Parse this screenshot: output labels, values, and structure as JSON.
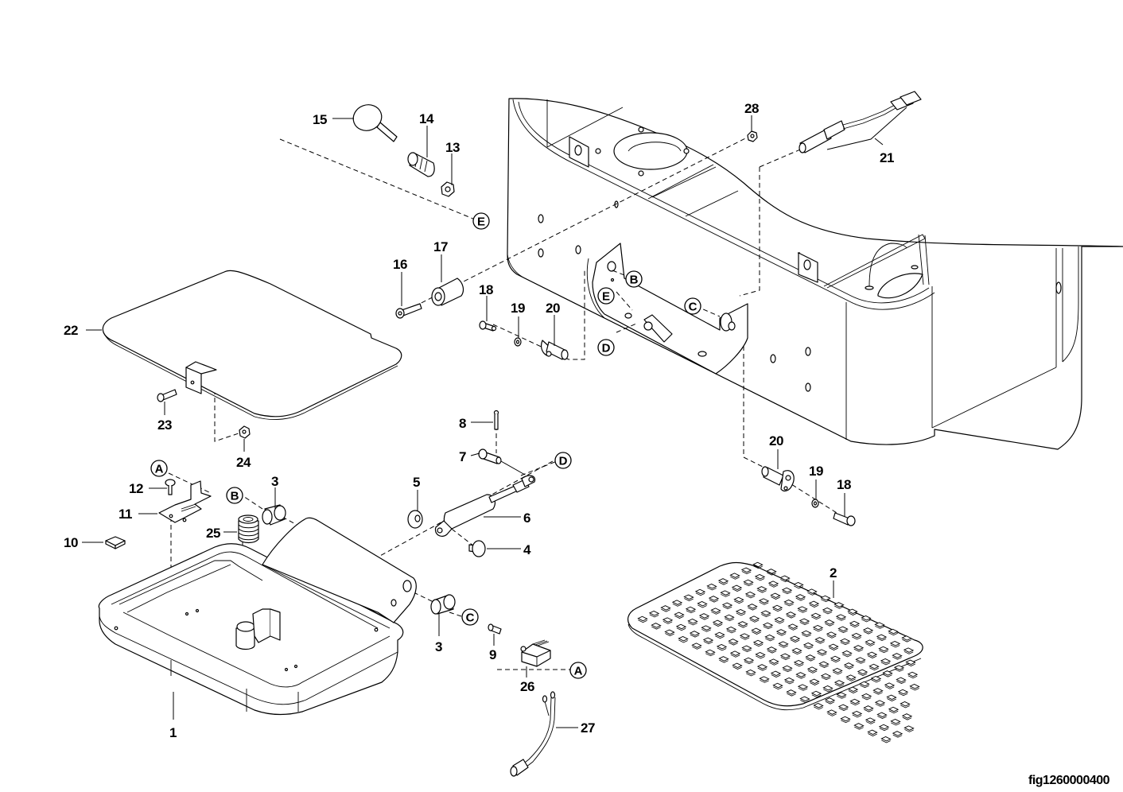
{
  "figure": {
    "id": "fig1260000400",
    "type": "exploded-parts-diagram"
  },
  "callouts": [
    {
      "no": "1",
      "part": "seat-frame"
    },
    {
      "no": "2",
      "part": "floor-mat"
    },
    {
      "no": "3",
      "part": "bushing",
      "count": 2
    },
    {
      "no": "4",
      "part": "pin-cap"
    },
    {
      "no": "5",
      "part": "washer"
    },
    {
      "no": "6",
      "part": "gas-spring"
    },
    {
      "no": "7",
      "part": "clevis-pin"
    },
    {
      "no": "8",
      "part": "cotter-pin"
    },
    {
      "no": "9",
      "part": "screw"
    },
    {
      "no": "10",
      "part": "pad"
    },
    {
      "no": "11",
      "part": "bracket"
    },
    {
      "no": "12",
      "part": "screw"
    },
    {
      "no": "13",
      "part": "nut"
    },
    {
      "no": "14",
      "part": "spring"
    },
    {
      "no": "15",
      "part": "knob"
    },
    {
      "no": "16",
      "part": "bolt"
    },
    {
      "no": "17",
      "part": "spacer"
    },
    {
      "no": "18",
      "part": "bolt",
      "count": 2
    },
    {
      "no": "19",
      "part": "washer",
      "count": 2
    },
    {
      "no": "20",
      "part": "hinge-pin",
      "count": 2
    },
    {
      "no": "21",
      "part": "sensor-harness"
    },
    {
      "no": "22",
      "part": "cover-plate"
    },
    {
      "no": "23",
      "part": "bolt"
    },
    {
      "no": "24",
      "part": "nut"
    },
    {
      "no": "25",
      "part": "spring"
    },
    {
      "no": "26",
      "part": "micro-switch"
    },
    {
      "no": "27",
      "part": "wire-harness"
    },
    {
      "no": "28",
      "part": "nut"
    }
  ],
  "reference_markers": [
    "A",
    "B",
    "C",
    "D",
    "E"
  ],
  "labels": {
    "n1": "1",
    "n2": "2",
    "n3a": "3",
    "n3b": "3",
    "n4": "4",
    "n5": "5",
    "n6": "6",
    "n7": "7",
    "n8": "8",
    "n9": "9",
    "n10": "10",
    "n11": "11",
    "n12": "12",
    "n13": "13",
    "n14": "14",
    "n15": "15",
    "n16": "16",
    "n17": "17",
    "n18a": "18",
    "n18b": "18",
    "n19a": "19",
    "n19b": "19",
    "n20a": "20",
    "n20b": "20",
    "n21": "21",
    "n22": "22",
    "n23": "23",
    "n24": "24",
    "n25": "25",
    "n26": "26",
    "n27": "27",
    "n28": "28",
    "refA1": "A",
    "refA2": "A",
    "refB1": "B",
    "refB2": "B",
    "refC1": "C",
    "refC2": "C",
    "refD1": "D",
    "refD2": "D",
    "refE1": "E",
    "refE2": "E"
  },
  "caption": "fig1260000400",
  "colors": {
    "line": "#000000",
    "background": "#ffffff"
  }
}
